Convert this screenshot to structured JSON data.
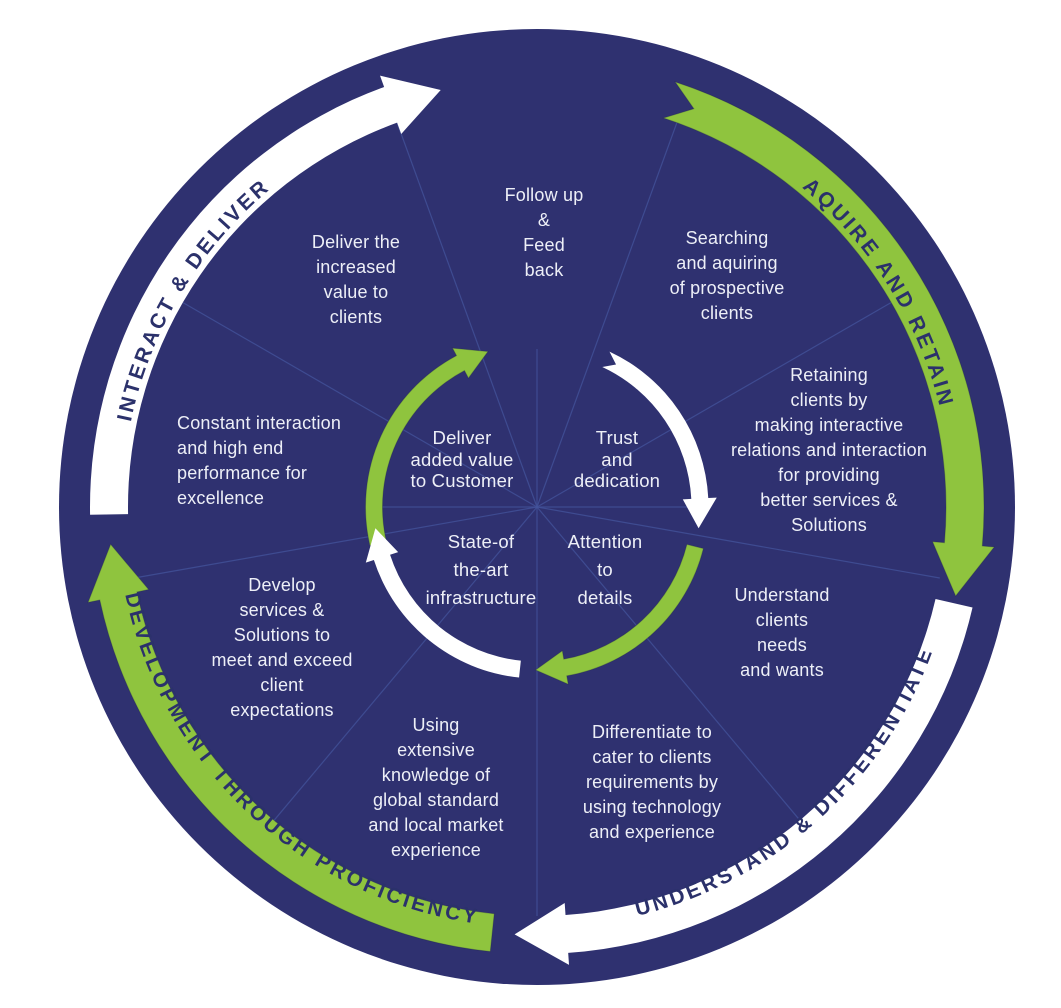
{
  "colors": {
    "background": "#ffffff",
    "wheel": "#2f3170",
    "green": "#8fc43e",
    "white_band": "#ffffff",
    "divider": "#44549c",
    "label_text": "#2b316b",
    "segment_text": "#edeff7"
  },
  "outer_ring": {
    "labels": [
      {
        "id": "interact",
        "text": "INTERACT & DELIVER",
        "band": "white"
      },
      {
        "id": "aquire",
        "text": "AQUIRE AND RETAIN",
        "band": "green"
      },
      {
        "id": "understand",
        "text": "UNDERSTAND & DIFFERENTIATE",
        "band": "white"
      },
      {
        "id": "development",
        "text": "DEVELOPMENT THROUGH PROFICIENCY",
        "band": "green"
      }
    ]
  },
  "segments": [
    {
      "id": "follow-up",
      "text": "Follow up\n&\nFeed\nback"
    },
    {
      "id": "searching",
      "text": "Searching\nand aquiring\nof prospective\nclients"
    },
    {
      "id": "retaining",
      "text": "Retaining\nclients by\nmaking interactive\nrelations and interaction\nfor providing\nbetter services &\nSolutions"
    },
    {
      "id": "understand-needs",
      "text": "Understand\nclients\nneeds\nand wants"
    },
    {
      "id": "differentiate",
      "text": "Differentiate to\ncater to clients\nrequirements by\nusing technology\nand experience"
    },
    {
      "id": "using-knowledge",
      "text": "Using\nextensive\nknowledge of\nglobal standard\nand local market\nexperience"
    },
    {
      "id": "develop-services",
      "text": "Develop\nservices &\nSolutions to\nmeet and exceed\nclient\nexpectations"
    },
    {
      "id": "constant-interaction",
      "text": "Constant interaction\nand high end\nperformance for\nexcellence"
    },
    {
      "id": "deliver-increased",
      "text": "Deliver the\nincreased\nvalue to\nclients"
    }
  ],
  "core": [
    {
      "id": "deliver-added",
      "text": "Deliver\nadded value\nto Customer"
    },
    {
      "id": "trust",
      "text": "Trust\nand\ndedication"
    },
    {
      "id": "state-of-art",
      "text": "State-of\nthe-art\ninfrastructure"
    },
    {
      "id": "attention",
      "text": "Attention\nto\ndetails"
    }
  ]
}
